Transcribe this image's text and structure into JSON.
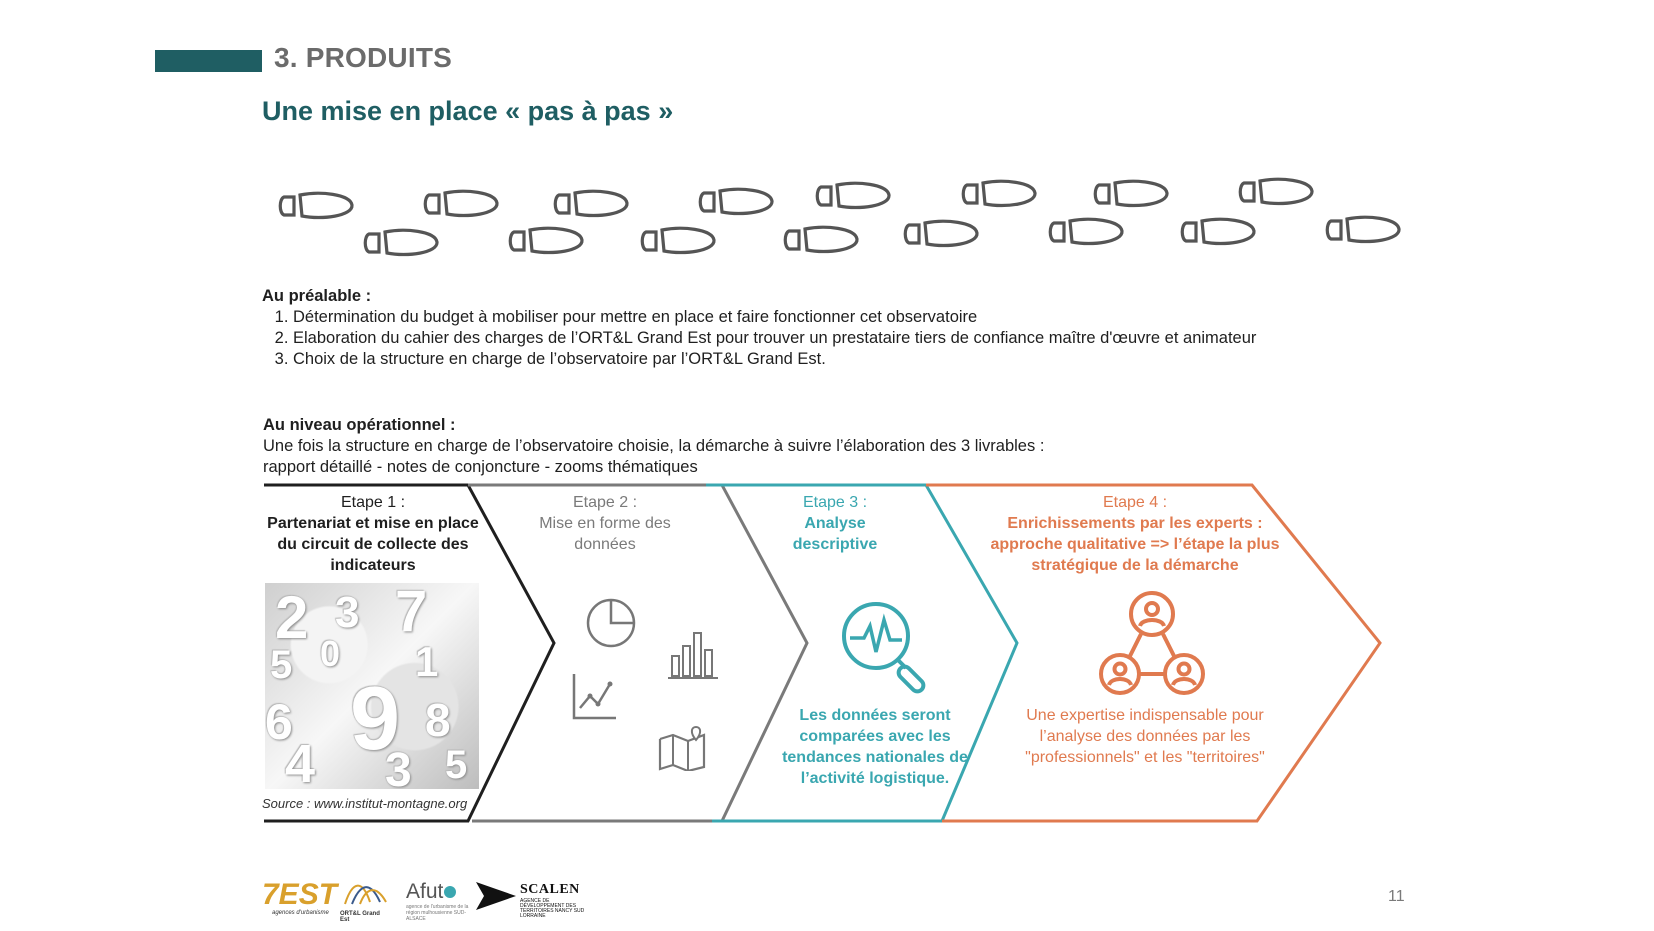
{
  "header": {
    "section_title": "3. PRODUITS",
    "subtitle": "Une mise en place « pas à pas »"
  },
  "prealable": {
    "heading": "Au préalable :",
    "items": [
      "Détermination du budget à mobiliser pour mettre en place et faire fonctionner cet observatoire",
      "Elaboration du cahier des charges de l’ORT&L Grand Est pour trouver un prestataire tiers de confiance maître d'œuvre et animateur",
      "Choix de la structure en charge de l’observatoire par l’ORT&L Grand Est."
    ]
  },
  "operationnel": {
    "heading": "Au niveau opérationnel :",
    "line1": "Une fois la structure en charge de l’observatoire choisie, la démarche à suivre l’élaboration des  3 livrables :",
    "line2": "rapport détaillé - notes de conjoncture - zooms thématiques"
  },
  "steps": [
    {
      "label": "Etape 1 :",
      "title": "Partenariat et mise en place du circuit de collecte des indicateurs",
      "color": "#1f1f1f"
    },
    {
      "label": "Etape 2 :",
      "title": "Mise en forme des données",
      "color": "#7a7a7a"
    },
    {
      "label": "Etape 3 :",
      "title": "Analyse descriptive",
      "color": "#3aa7b0"
    },
    {
      "label": "Etape 4 :",
      "title": "Enrichissements par les experts : approche qualitative => l’étape la plus stratégique de la démarche",
      "color": "#e07a4f"
    }
  ],
  "step3_note": "Les données seront comparées avec les tendances nationales de l’activité logistique.",
  "step4_note": "Une expertise indispensable pour l’analyse des données par les \"professionnels\" et les \"territoires\"",
  "image_source": "Source : www.institut-montagne.org",
  "footer": {
    "page_number": "11",
    "logo_7est": "7EST",
    "logo_7est_sub": "agences d'urbanisme",
    "logo_ortl": "ORT&L Grand Est",
    "logo_afut": "Afut",
    "logo_afut_sub": "agence de l'urbanisme de la région mulhousienne SUD-ALSACE",
    "logo_scalen": "SCALEN",
    "logo_scalen_sub": "AGENCE DE DÉVELOPPEMENT DES TERRITOIRES NANCY SUD LORRAINE"
  },
  "icons": {
    "footprints": "footprints-icon",
    "step2": [
      "pie-chart-icon",
      "bar-chart-icon",
      "line-chart-icon",
      "map-icon"
    ],
    "step3": "magnifier-pulse-icon",
    "step4": "people-network-icon"
  },
  "colors": {
    "accent": "#1f5e63",
    "step1": "#1f1f1f",
    "step2": "#7a7a7a",
    "step3": "#3aa7b0",
    "step4": "#e07a4f"
  }
}
